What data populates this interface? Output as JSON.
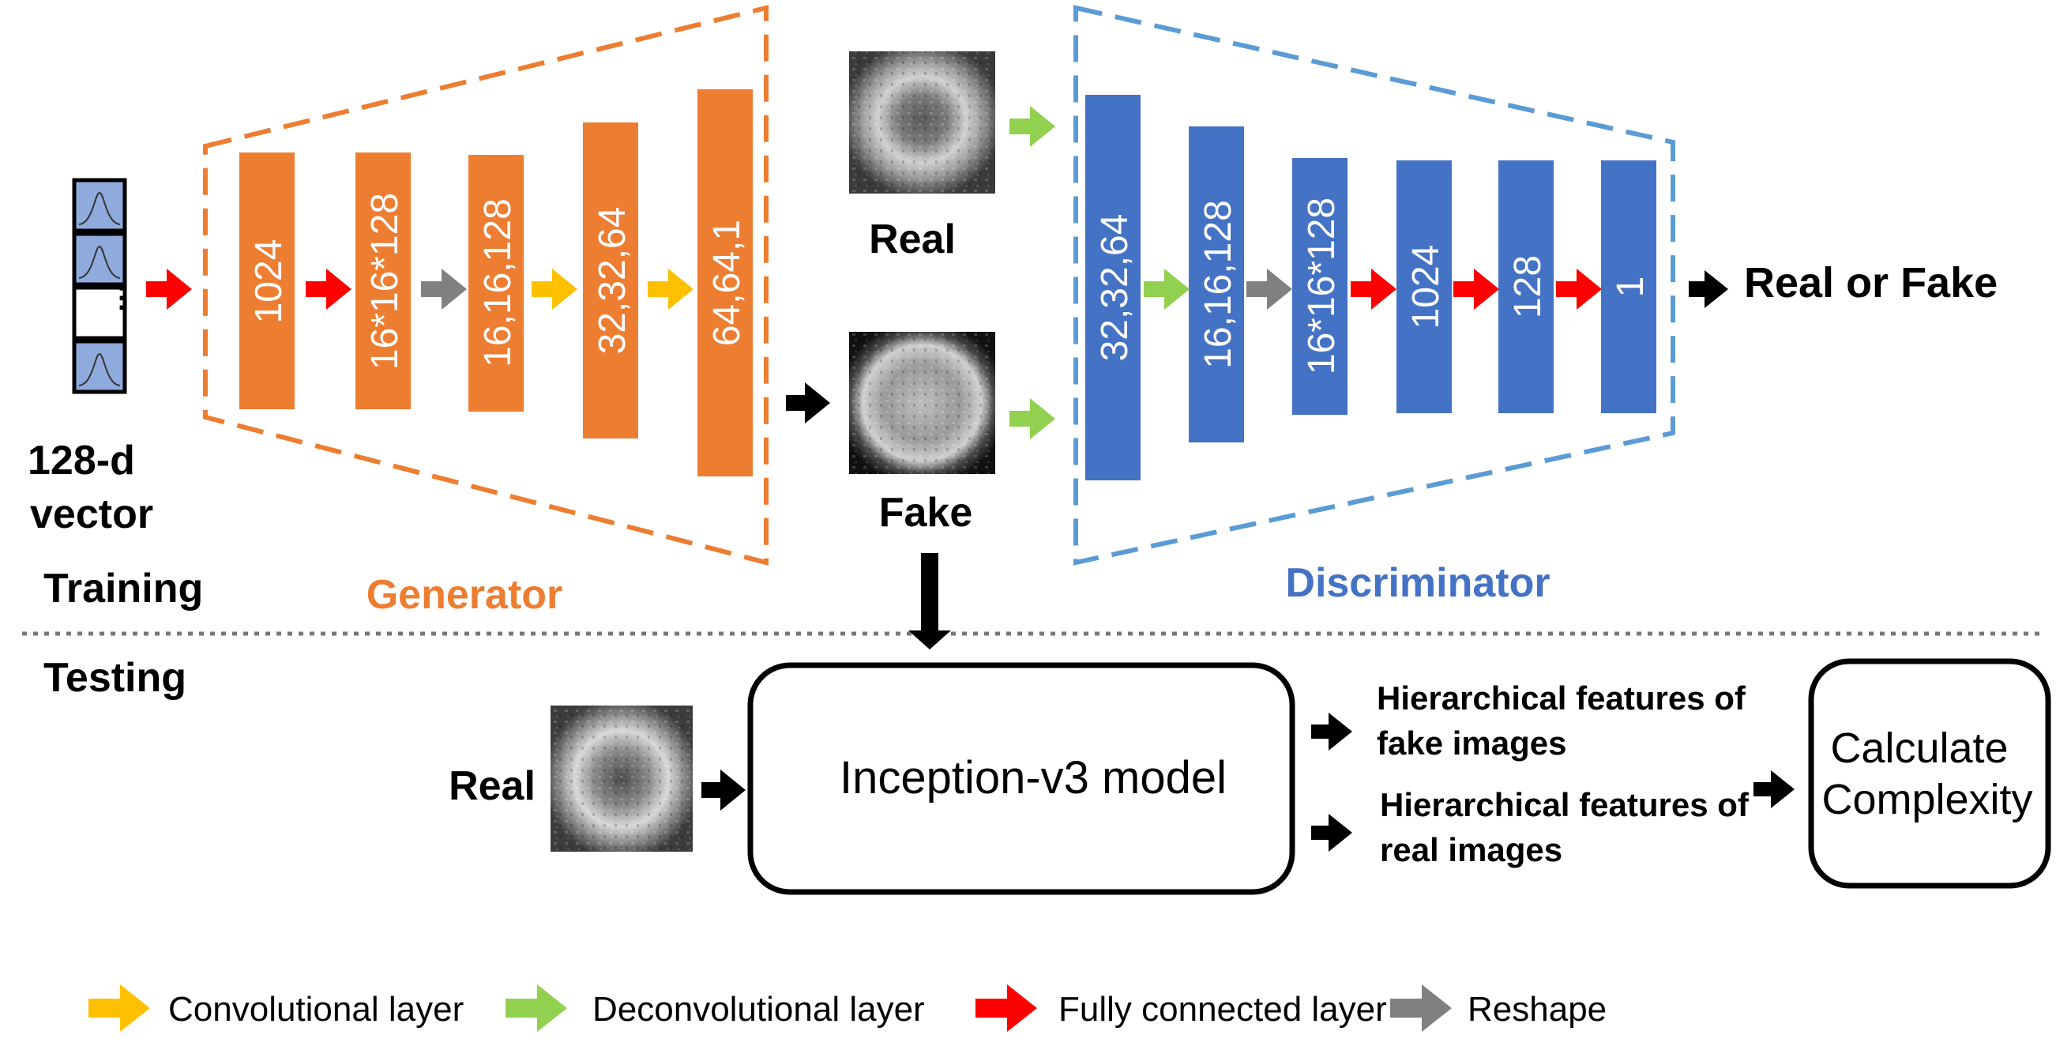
{
  "colors": {
    "generator": "#ED7D31",
    "discriminator": "#4472C4",
    "discriminator_border": "#5B9BD5",
    "conv_arrow": "#FFC000",
    "deconv_arrow": "#92D050",
    "fc_arrow": "#FF0000",
    "reshape_arrow": "#808080",
    "black": "#000000",
    "vector_cell": "#8FAADC"
  },
  "input": {
    "label_line1": "128-d",
    "label_line2": "vector",
    "ellipsis": "⋮"
  },
  "generator": {
    "label": "Generator",
    "layers": [
      "1024",
      "16*16*128",
      "16,16,128",
      "32,32,64",
      "64,64,1"
    ]
  },
  "images": {
    "real_label": "Real",
    "fake_label": "Fake",
    "test_real_label": "Real",
    "real_icon": "real-mri-image",
    "fake_icon": "fake-mri-image"
  },
  "discriminator": {
    "label": "Discriminator",
    "layers": [
      "32,32,64",
      "16,16,128",
      "16*16*128",
      "1024",
      "128",
      "1"
    ],
    "output_label": "Real or Fake"
  },
  "sections": {
    "training": "Training",
    "testing": "Testing"
  },
  "testing": {
    "model_label": "Inception-v3 model",
    "features_fake_line1": "Hierarchical features of",
    "features_fake_line2": "fake images",
    "features_real_line1": "Hierarchical features of",
    "features_real_line2": "real images",
    "calc_line1": "Calculate",
    "calc_line2": "Complexity"
  },
  "legend": [
    {
      "label": "Convolutional layer",
      "color": "#FFC000"
    },
    {
      "label": "Deconvolutional layer",
      "color": "#92D050"
    },
    {
      "label": "Fully connected layer",
      "color": "#FF0000"
    },
    {
      "label": "Reshape",
      "color": "#808080"
    }
  ]
}
